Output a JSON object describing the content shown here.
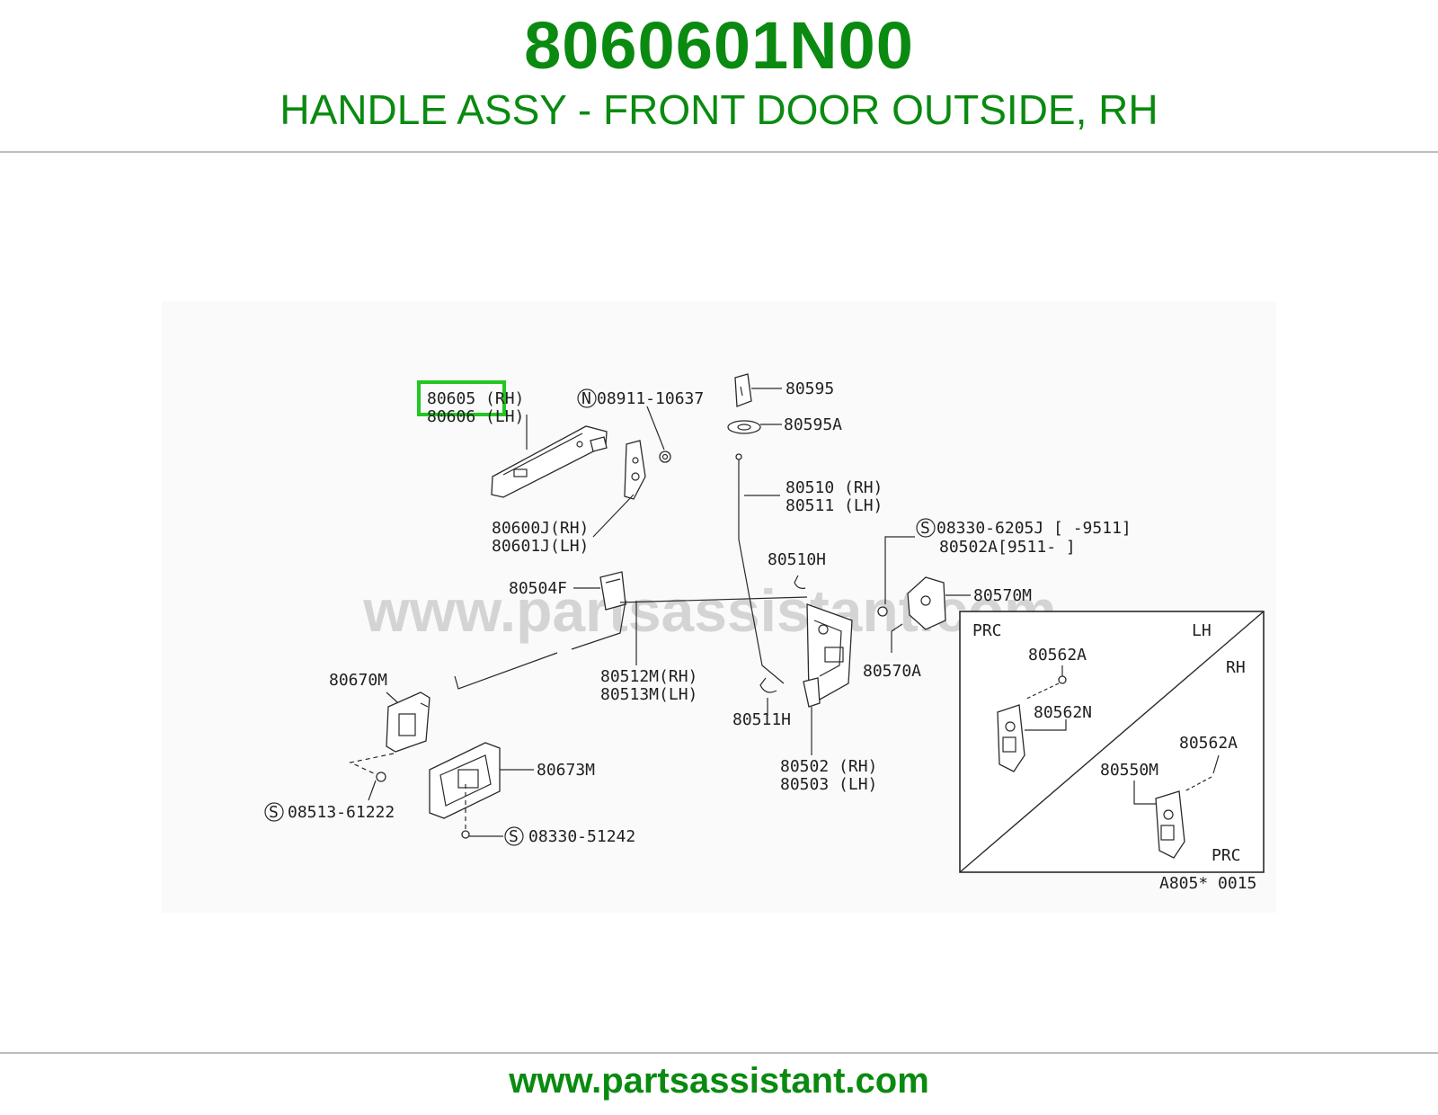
{
  "header": {
    "part_number": "8060601N00",
    "description": "HANDLE ASSY - FRONT DOOR OUTSIDE, RH"
  },
  "diagram": {
    "highlight_color": "#22c722",
    "watermark": "www.partsassistant.com",
    "callouts": {
      "c80605": "80605 (RH)",
      "c80606": "80606 (LH)",
      "c08911": "08911-10637",
      "c80595": "80595",
      "c80595a": "80595A",
      "c80510": "80510 (RH)",
      "c80511": "80511 (LH)",
      "c80600j": "80600J(RH)",
      "c80601j": "80601J(LH)",
      "c08330_6205": "08330-6205J [     -9511]",
      "c80502a": "80502A[9511-     ]",
      "c80510h": "80510H",
      "c80504f": "80504F",
      "c80570m": "80570M",
      "c80570a": "80570A",
      "c80512m": "80512M(RH)",
      "c80513m": "80513M(LH)",
      "c80670m": "80670M",
      "c80511h": "80511H",
      "c80502": "80502 (RH)",
      "c80503": "80503 (LH)",
      "c80673m": "80673M",
      "c08513": "08513-61222",
      "c08330_5124": "08330-51242",
      "c80562a_1": "80562A",
      "c80562n": "80562N",
      "c80562a_2": "80562A",
      "c80550m": "80550M",
      "prc_1": "PRC",
      "prc_2": "PRC",
      "lh": "LH",
      "rh": "RH",
      "figure_code": "A805* 0015"
    },
    "symbols": {
      "n": "N",
      "s": "S"
    }
  },
  "footer": {
    "url": "www.partsassistant.com"
  }
}
